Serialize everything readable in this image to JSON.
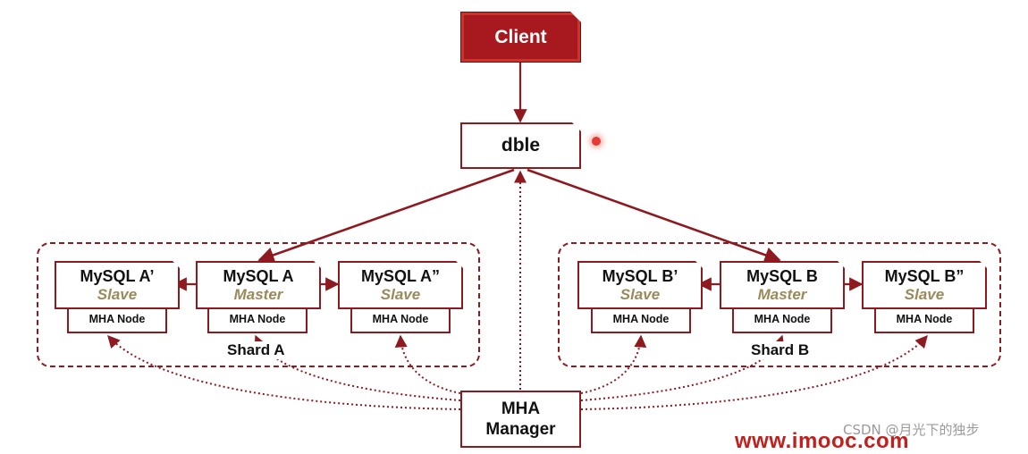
{
  "client": {
    "label": "Client"
  },
  "dble": {
    "label": "dble"
  },
  "shards": [
    {
      "label": "Shard A",
      "servers": [
        {
          "name": "MySQL A’",
          "role": "Slave",
          "node": "MHA Node"
        },
        {
          "name": "MySQL A",
          "role": "Master",
          "node": "MHA Node"
        },
        {
          "name": "MySQL A”",
          "role": "Slave",
          "node": "MHA Node"
        }
      ]
    },
    {
      "label": "Shard B",
      "servers": [
        {
          "name": "MySQL B’",
          "role": "Slave",
          "node": "MHA Node"
        },
        {
          "name": "MySQL B",
          "role": "Master",
          "node": "MHA Node"
        },
        {
          "name": "MySQL B”",
          "role": "Slave",
          "node": "MHA Node"
        }
      ]
    }
  ],
  "manager": {
    "line1": "MHA",
    "line2": "Manager"
  },
  "watermark": "CSDN @月光下的独步",
  "site": "www.imooc.com",
  "colors": {
    "accent": "#8e1a20",
    "client_fill": "#a8191f",
    "role_text": "#9a8a5a"
  }
}
